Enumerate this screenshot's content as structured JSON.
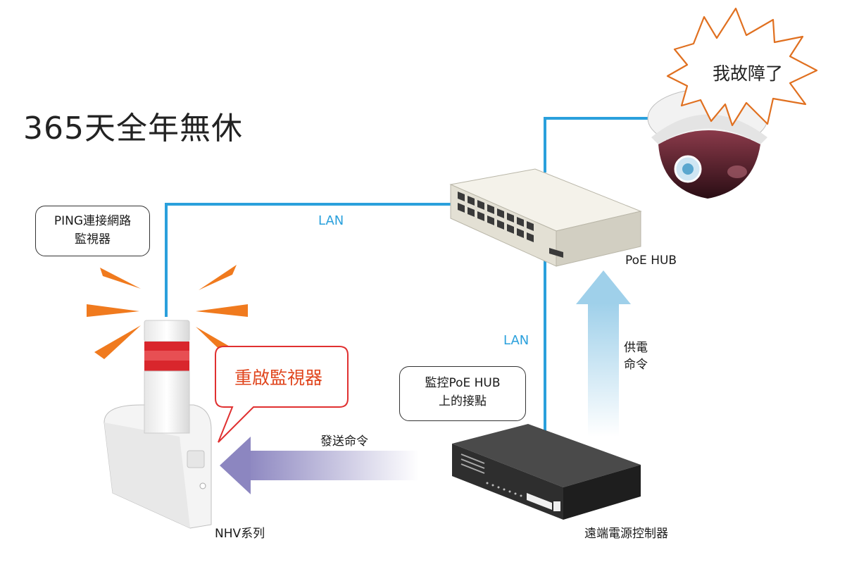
{
  "title": "365天全年無休",
  "labels": {
    "lan_top": "LAN",
    "lan_right": "LAN",
    "poe_hub": "PoE HUB",
    "nhv": "NHV系列",
    "controller": "遠端電源控制器",
    "send_cmd": "發送命令",
    "power_cmd_line1": "供電",
    "power_cmd_line2": "命令"
  },
  "bubbles": {
    "ping_line1": "PING連接網路",
    "ping_line2": "監視器",
    "monitor_line1": "監控PoE HUB",
    "monitor_line2": "上的接點",
    "restart": "重啟監視器",
    "camera_fault": "我故障了"
  },
  "colors": {
    "lan_line": "#2aa0dc",
    "alert_orange": "#f07a1e",
    "alert_red_text": "#e0461e",
    "callout_red": "#e03030",
    "send_arrow": "#8c86c0",
    "power_arrow": "#9fd0ea"
  }
}
